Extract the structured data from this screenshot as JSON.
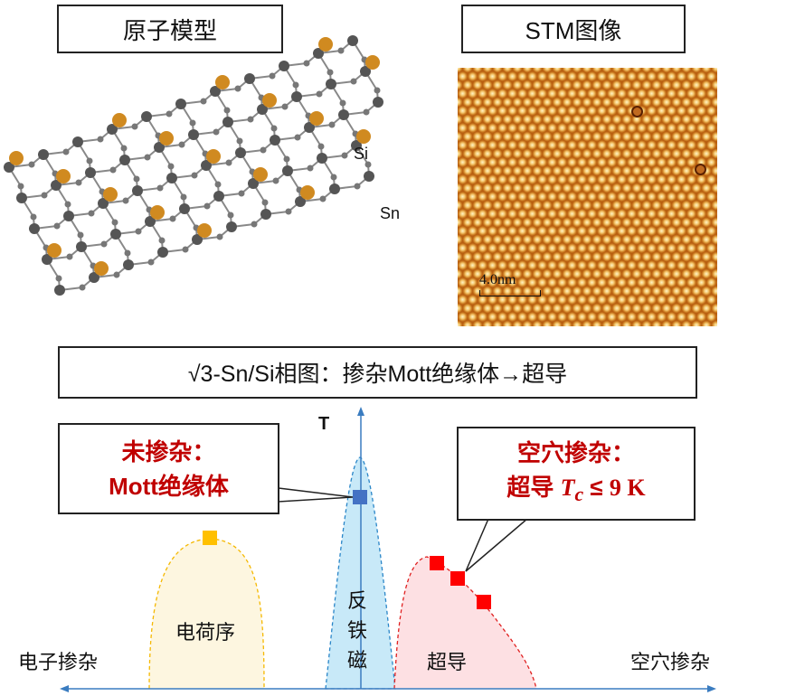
{
  "panels": {
    "atomic_model_title": "原子模型",
    "stm_title": "STM图像"
  },
  "atomic_labels": {
    "si": "Si",
    "sn": "Sn"
  },
  "stm": {
    "scale_bar": "4.0nm"
  },
  "phase_title": "√3-Sn/Si相图：掺杂Mott绝缘体→超导",
  "axes": {
    "y_label": "T",
    "left_label": "电子掺杂",
    "right_label": "空穴掺杂"
  },
  "regions": {
    "charge_order": "电荷序",
    "afm": [
      "反",
      "铁",
      "磁"
    ],
    "sc": "超导"
  },
  "callouts": {
    "undoped": {
      "line1": "未掺杂：",
      "line2": "Mott绝缘体"
    },
    "hole_doped": {
      "line1": "空穴掺杂：",
      "line2_text": "超导",
      "tc": "T",
      "tc_sub": "c",
      "relation": "≤",
      "value": "9 K"
    }
  },
  "colors": {
    "charge_order_fill": "#fdf6e0",
    "charge_order_edge": "#f5b800",
    "afm_fill": "#c8e9f8",
    "afm_edge": "#2a86c8",
    "sc_fill": "#fde0e3",
    "sc_edge": "#e02020",
    "axis": "#3a7cc0",
    "callout_text": "#c00000",
    "si": "#666666",
    "sn": "#d08a20"
  }
}
